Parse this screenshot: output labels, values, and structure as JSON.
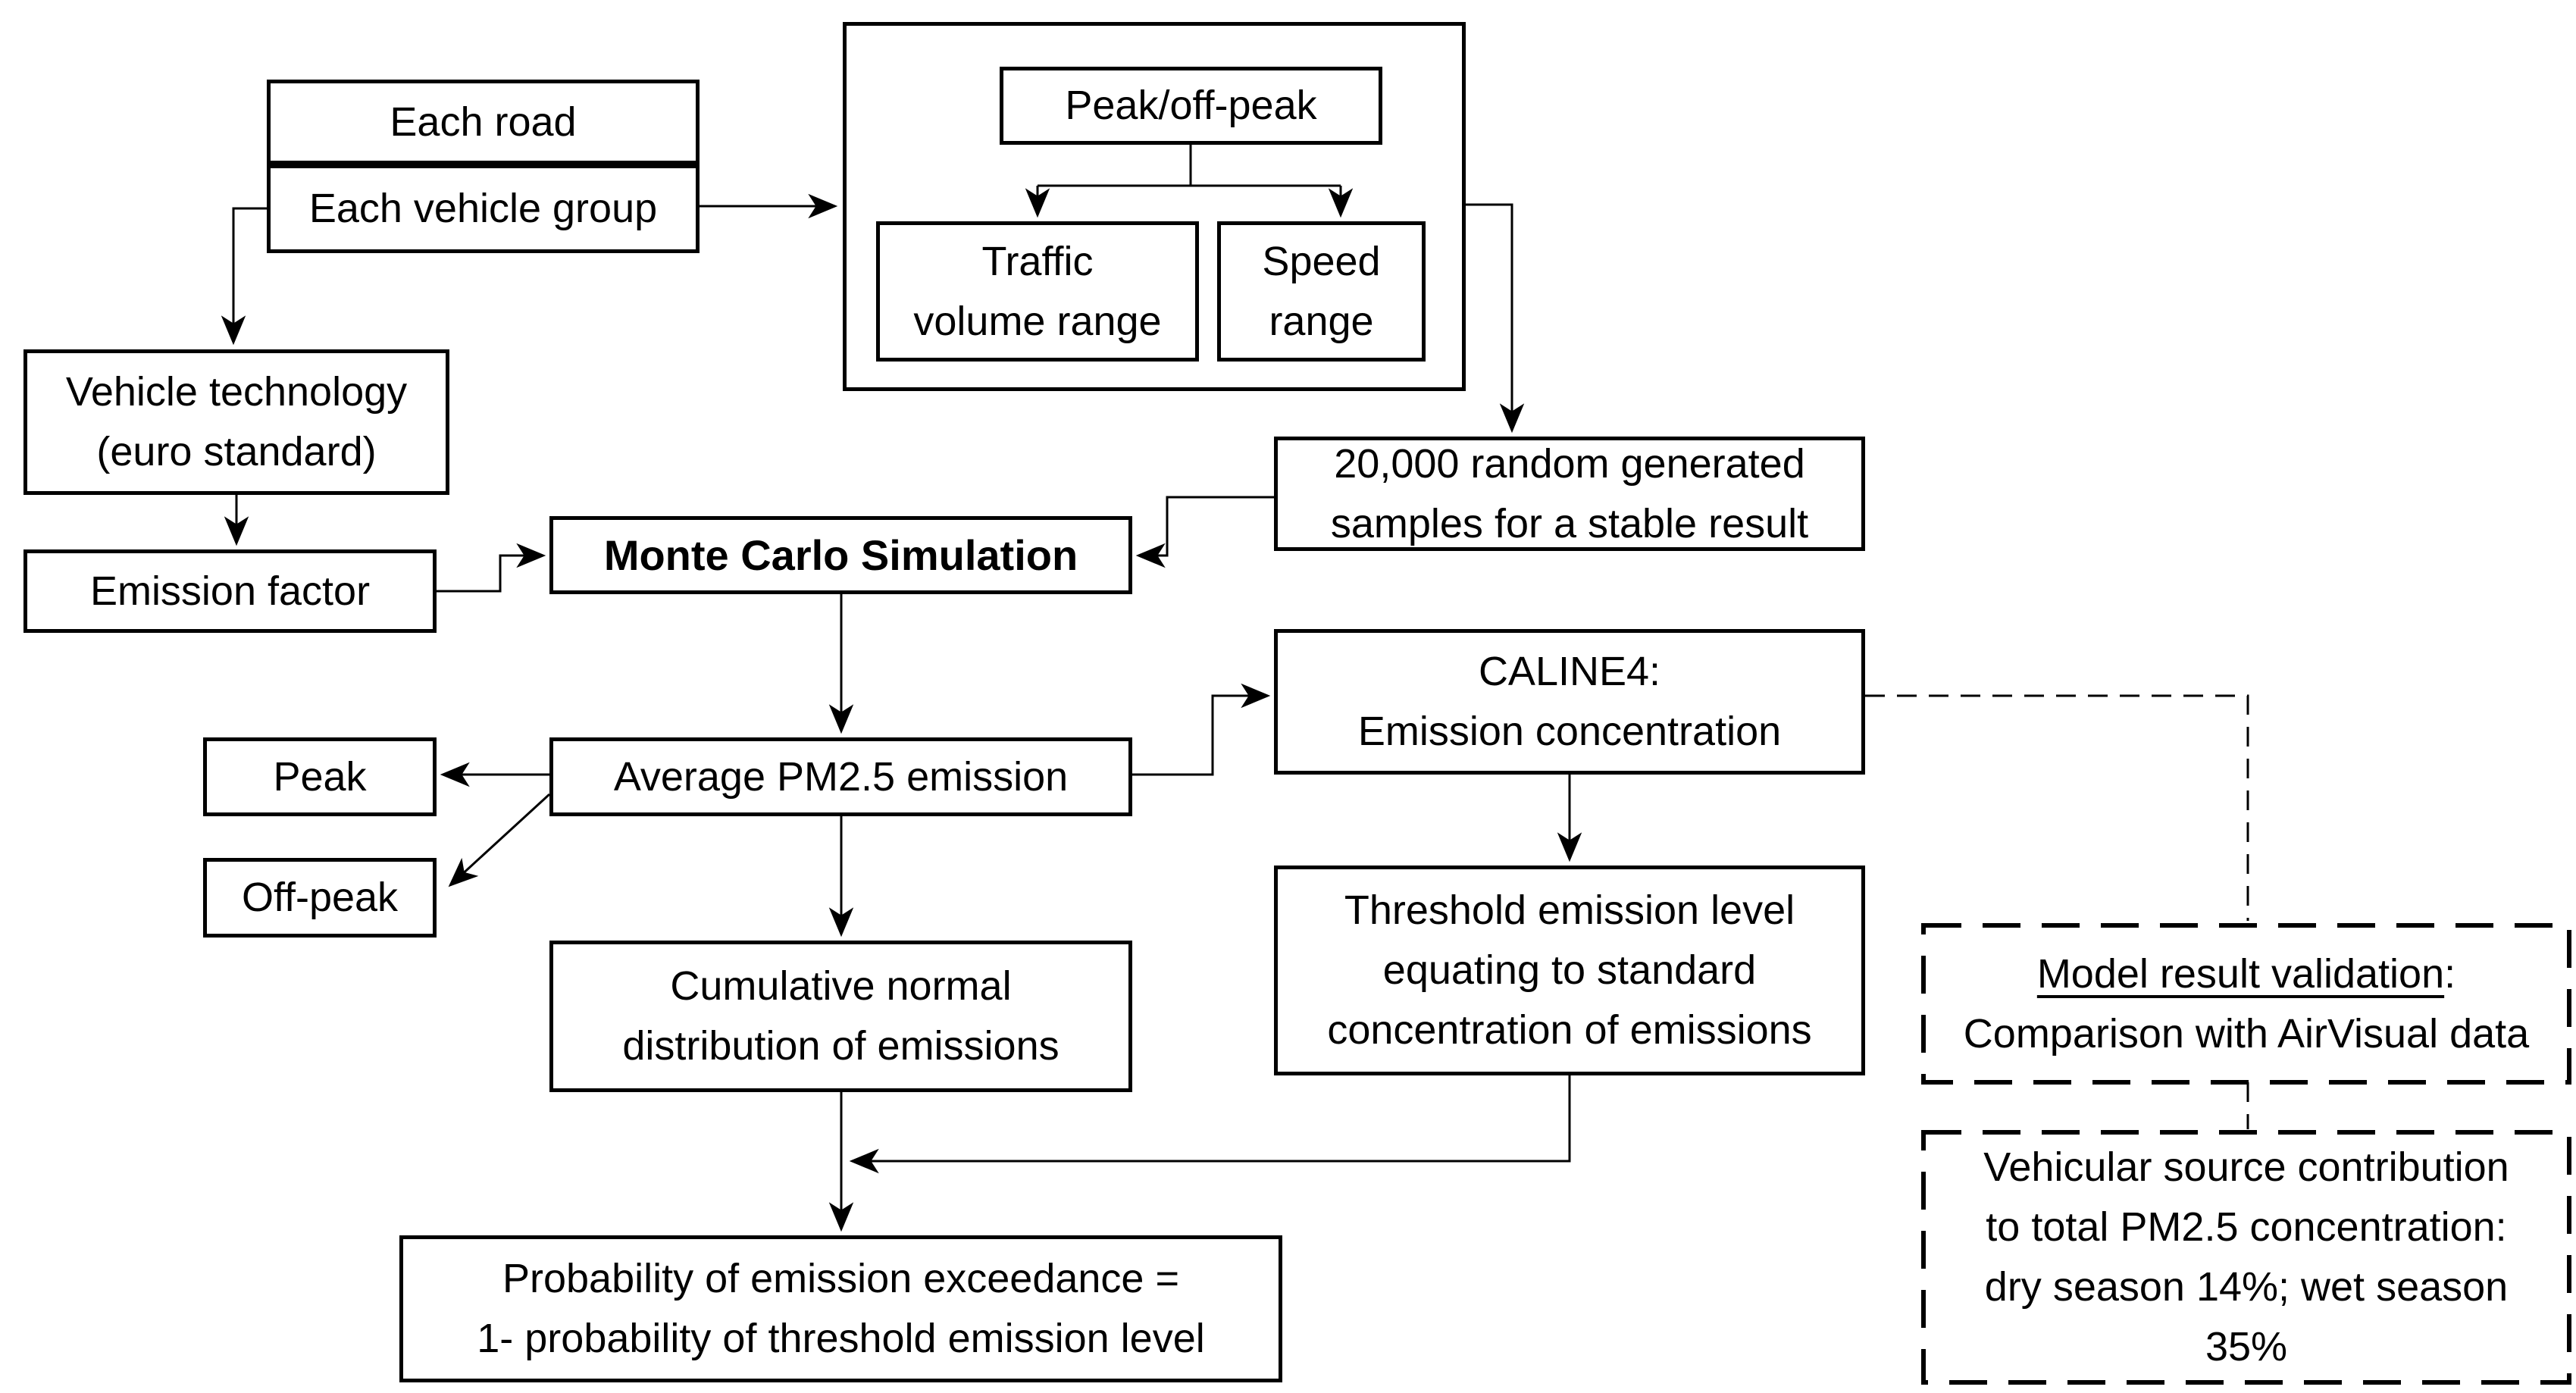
{
  "nodes": {
    "each_road": "Each road",
    "each_vehicle_group": "Each vehicle group",
    "peak_offpeak": "Peak/off-peak",
    "traffic_volume": "Traffic\nvolume range",
    "speed_range": "Speed\nrange",
    "vehicle_tech": "Vehicle technology\n(euro standard)",
    "emission_factor": "Emission factor",
    "monte_carlo": "Monte Carlo Simulation",
    "samples": "20,000 random generated\nsamples for a stable result",
    "caline4": "CALINE4:\nEmission concentration",
    "avg_pm25": "Average PM2.5 emission",
    "peak": "Peak",
    "off_peak": "Off-peak",
    "cumulative": "Cumulative normal\ndistribution of emissions",
    "threshold": "Threshold emission level\nequating to standard\nconcentration of emissions",
    "model_validation": {
      "underlined": "Model result validation",
      "colon": ":",
      "line2": "Comparison with AirVisual data"
    },
    "vehicular_source": "Vehicular source contribution\nto total PM2.5 concentration:\ndry season 14%; wet season\n35%",
    "probability": "Probability of emission exceedance =\n1- probability of threshold emission level"
  },
  "colors": {
    "line": "#000000",
    "text": "#000000",
    "background": "#ffffff"
  }
}
